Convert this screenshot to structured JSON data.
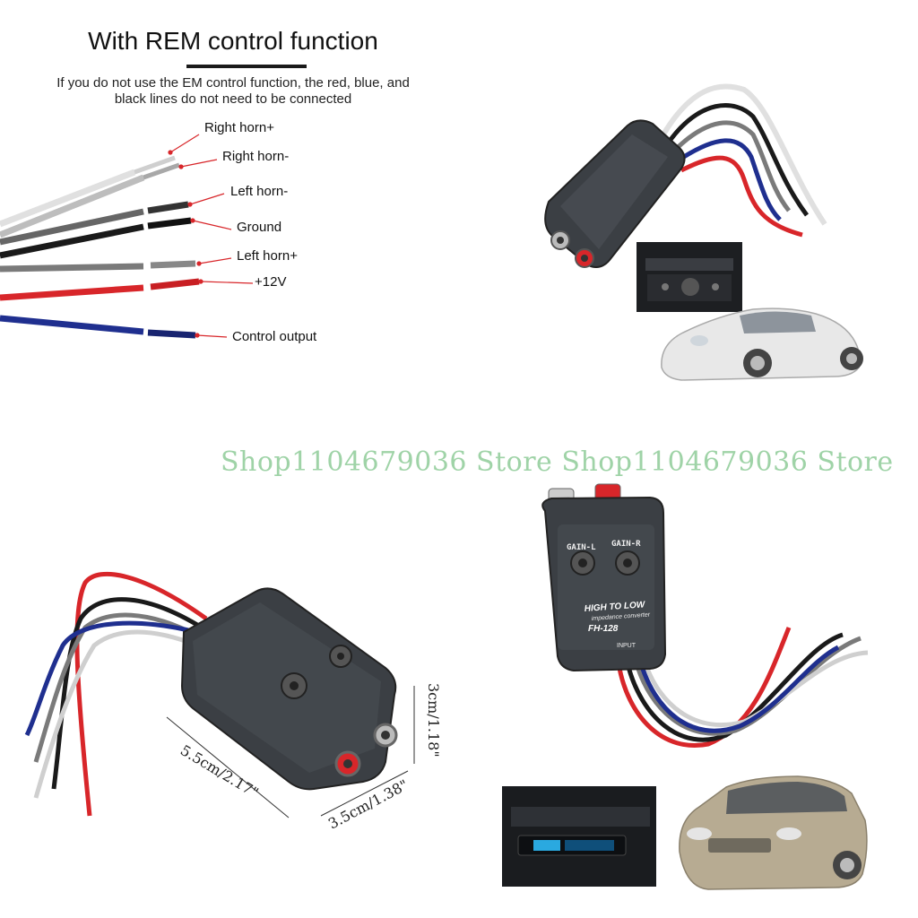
{
  "header": {
    "title": "With REM control function",
    "subtitle_line1": "If you do not use the EM control function, the red, blue, and",
    "subtitle_line2": "black lines do not need to be connected"
  },
  "wire_labels": [
    "Right horn+",
    "Right horn-",
    "Left horn-",
    "Ground",
    "Left horn+",
    "+12V",
    "Control output"
  ],
  "watermark": "Shop1104679036 Store Shop1104679036 Store",
  "dimensions": {
    "length": "5.5cm/2.17\"",
    "width": "3.5cm/1.38\"",
    "height": "3cm/1.18\""
  },
  "device": {
    "brand_line1": "HIGH TO LOW",
    "brand_line2": "impedance converter",
    "model": "FH-128",
    "gain_left": "GAIN-L",
    "gain_right": "GAIN-R",
    "input": "INPUT"
  },
  "colors": {
    "wire_red": "#d8262a",
    "wire_blue": "#1f2f8f",
    "wire_black": "#1a1a1a",
    "wire_grey": "#7a7a7a",
    "wire_white": "#d9d9d9",
    "watermark": "#9fd3a7",
    "device_body": "#3b3f44",
    "car_silver": "#e8e8e8",
    "car_gold": "#b7ab92"
  }
}
